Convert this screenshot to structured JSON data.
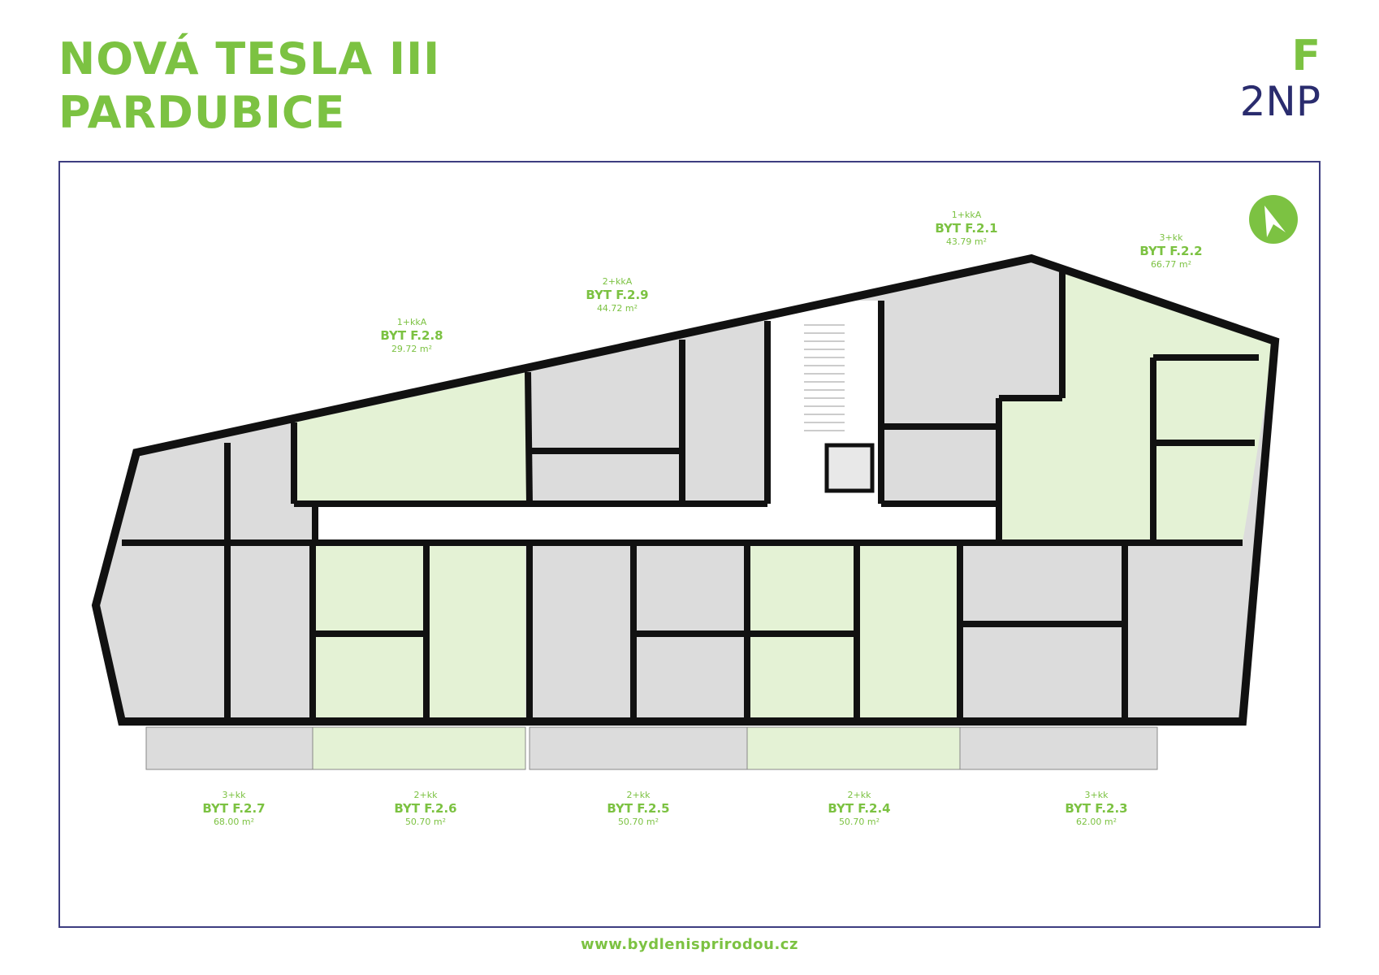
{
  "header": {
    "title_line1": "NOVÁ TESLA III",
    "title_line2": "PARDUBICE",
    "building": "F",
    "floor": "2NP"
  },
  "units": [
    {
      "id": "F.2.1",
      "type": "1+kkA",
      "name": "BYT F.2.1",
      "area": "43.79 m²"
    },
    {
      "id": "F.2.2",
      "type": "3+kk",
      "name": "BYT F.2.2",
      "area": "66.77 m²"
    },
    {
      "id": "F.2.3",
      "type": "3+kk",
      "name": "BYT F.2.3",
      "area": "62.00 m²"
    },
    {
      "id": "F.2.4",
      "type": "2+kk",
      "name": "BYT F.2.4",
      "area": "50.70 m²"
    },
    {
      "id": "F.2.5",
      "type": "2+kk",
      "name": "BYT F.2.5",
      "area": "50.70 m²"
    },
    {
      "id": "F.2.6",
      "type": "2+kk",
      "name": "BYT F.2.6",
      "area": "50.70 m²"
    },
    {
      "id": "F.2.7",
      "type": "3+kk",
      "name": "BYT F.2.7",
      "area": "68.00 m²"
    },
    {
      "id": "F.2.8",
      "type": "1+kkA",
      "name": "BYT F.2.8",
      "area": "29.72 m²"
    },
    {
      "id": "F.2.9",
      "type": "2+kkA",
      "name": "BYT F.2.9",
      "area": "44.72 m²"
    }
  ],
  "colors": {
    "brand_green": "#7cc242",
    "navy": "#2a2c6e",
    "unit_green_fill": "#e4f2d5",
    "unit_grey_fill": "#dcdcdc",
    "wall": "#111111"
  },
  "icons": {
    "north_arrow": "north-arrow-icon"
  },
  "footer": {
    "url": "www.bydlenisprirodou.cz"
  }
}
